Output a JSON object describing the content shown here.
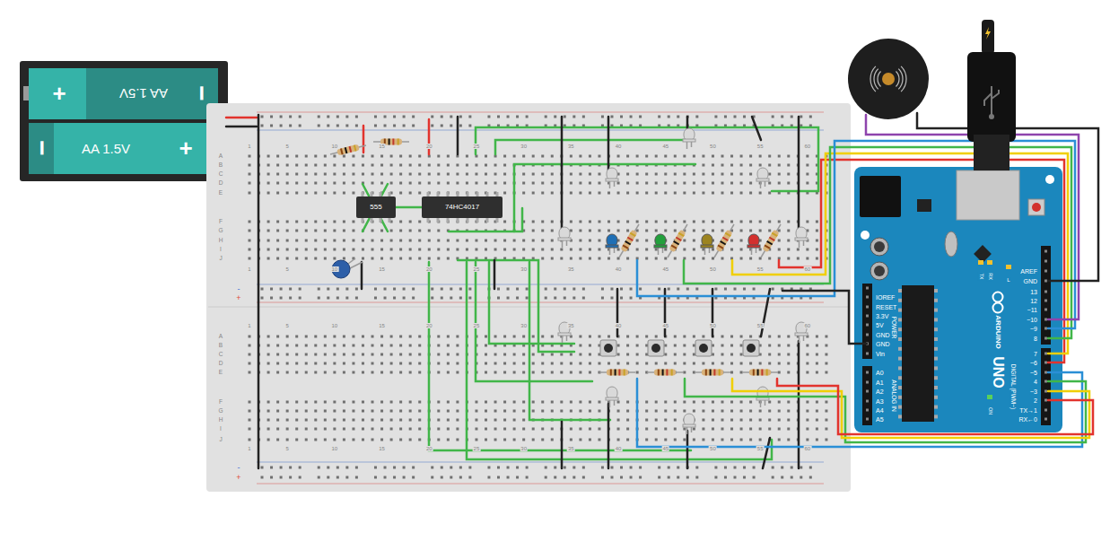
{
  "diagram": {
    "nodes": [
      {
        "text": [
          "+",
          "AA 1.5V",
          "−"
        ]
      },
      {
        "text": [
          "−",
          "AA 1.5V",
          "+"
        ]
      },
      {
        "text": [
          "555"
        ]
      },
      {
        "text": [
          "74HC4017"
        ]
      },
      {
        "text": [
          "ARDUINO",
          "UNO"
        ]
      }
    ],
    "edges": [
      {
        "from": 2,
        "to": 3,
        "arrow": "none"
      }
    ],
    "labels": [
      "1",
      "5",
      "10",
      "15",
      "20",
      "25",
      "30",
      "35",
      "40",
      "45",
      "50",
      "55",
      "60",
      "1",
      "5",
      "10",
      "15",
      "20",
      "25",
      "30",
      "35",
      "40",
      "45",
      "50",
      "55",
      "60",
      "1",
      "5",
      "10",
      "15",
      "20",
      "25",
      "30",
      "35",
      "40",
      "45",
      "50",
      "55",
      "60",
      "1",
      "5",
      "10",
      "15",
      "20",
      "25",
      "30",
      "35",
      "40",
      "45",
      "50",
      "55",
      "60",
      "A",
      "B",
      "C",
      "D",
      "E",
      "F",
      "G",
      "H",
      "I",
      "J",
      "A",
      "B",
      "C",
      "D",
      "E",
      "F",
      "G",
      "H",
      "I",
      "J",
      "-",
      "+",
      "-",
      "+",
      "AREF",
      "GND",
      "13",
      "12",
      "~11",
      "~10",
      "~9",
      "8",
      "7",
      "~6",
      "~5",
      "4",
      "~3",
      "2",
      "TX→1",
      "RX←0",
      "DIGITAL (PWM~)",
      "IOREF",
      "RESET",
      "3.3V",
      "5V",
      "GND",
      "GND",
      "Vin",
      "POWER",
      "A0",
      "A1",
      "A2",
      "A3",
      "A4",
      "A5",
      "ANALOG IN",
      "TX",
      "RX",
      "L",
      "ON"
    ]
  }
}
